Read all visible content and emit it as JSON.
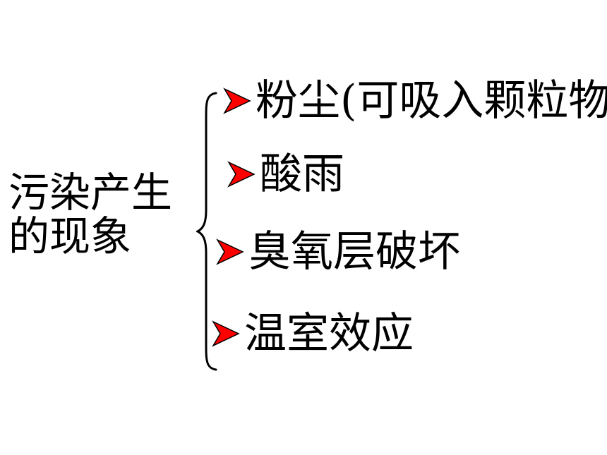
{
  "topic": {
    "line1": "污染产生",
    "line2": "的现象"
  },
  "items": [
    {
      "label": "粉尘(可吸入颗粒物",
      "bullet_icon": "red-arrow-bullet-icon"
    },
    {
      "label": "酸雨",
      "bullet_icon": "red-arrow-bullet-icon"
    },
    {
      "label": "臭氧层破坏",
      "bullet_icon": "red-arrow-bullet-icon"
    },
    {
      "label": "温室效应",
      "bullet_icon": "red-arrow-bullet-icon"
    }
  ],
  "colors": {
    "bullet": "#ff0000",
    "bullet_outline": "#000000",
    "text": "#000000",
    "background": "#ffffff"
  }
}
